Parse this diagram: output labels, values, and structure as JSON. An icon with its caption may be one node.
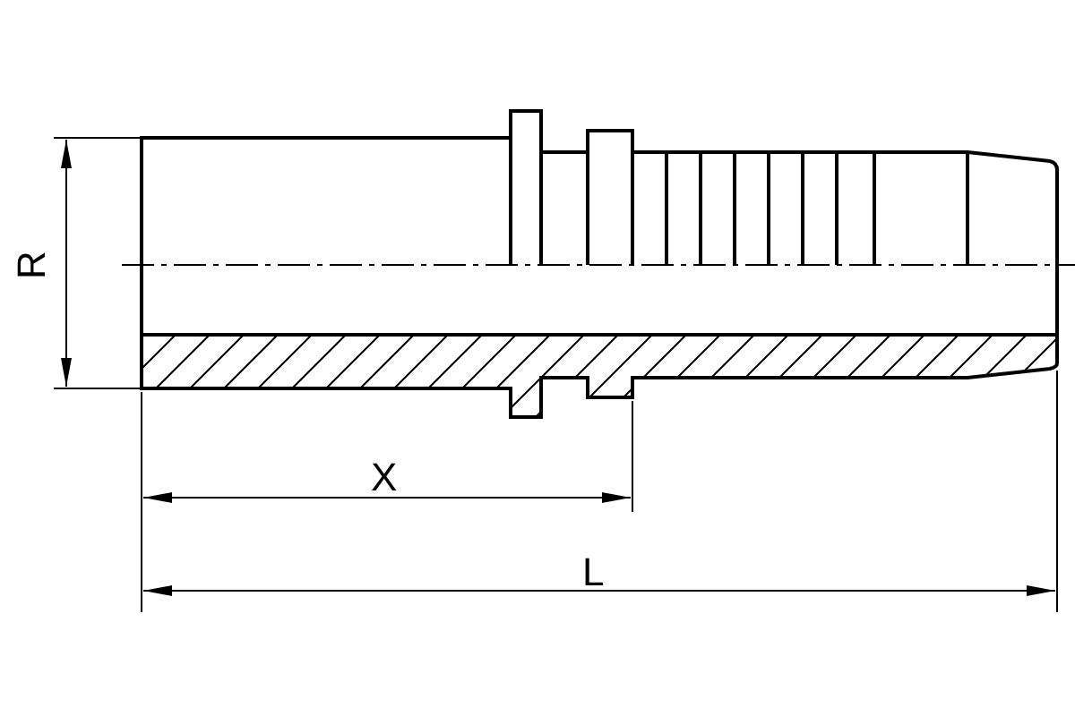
{
  "diagram": {
    "labels": [
      "R",
      "X",
      "L"
    ]
  }
}
